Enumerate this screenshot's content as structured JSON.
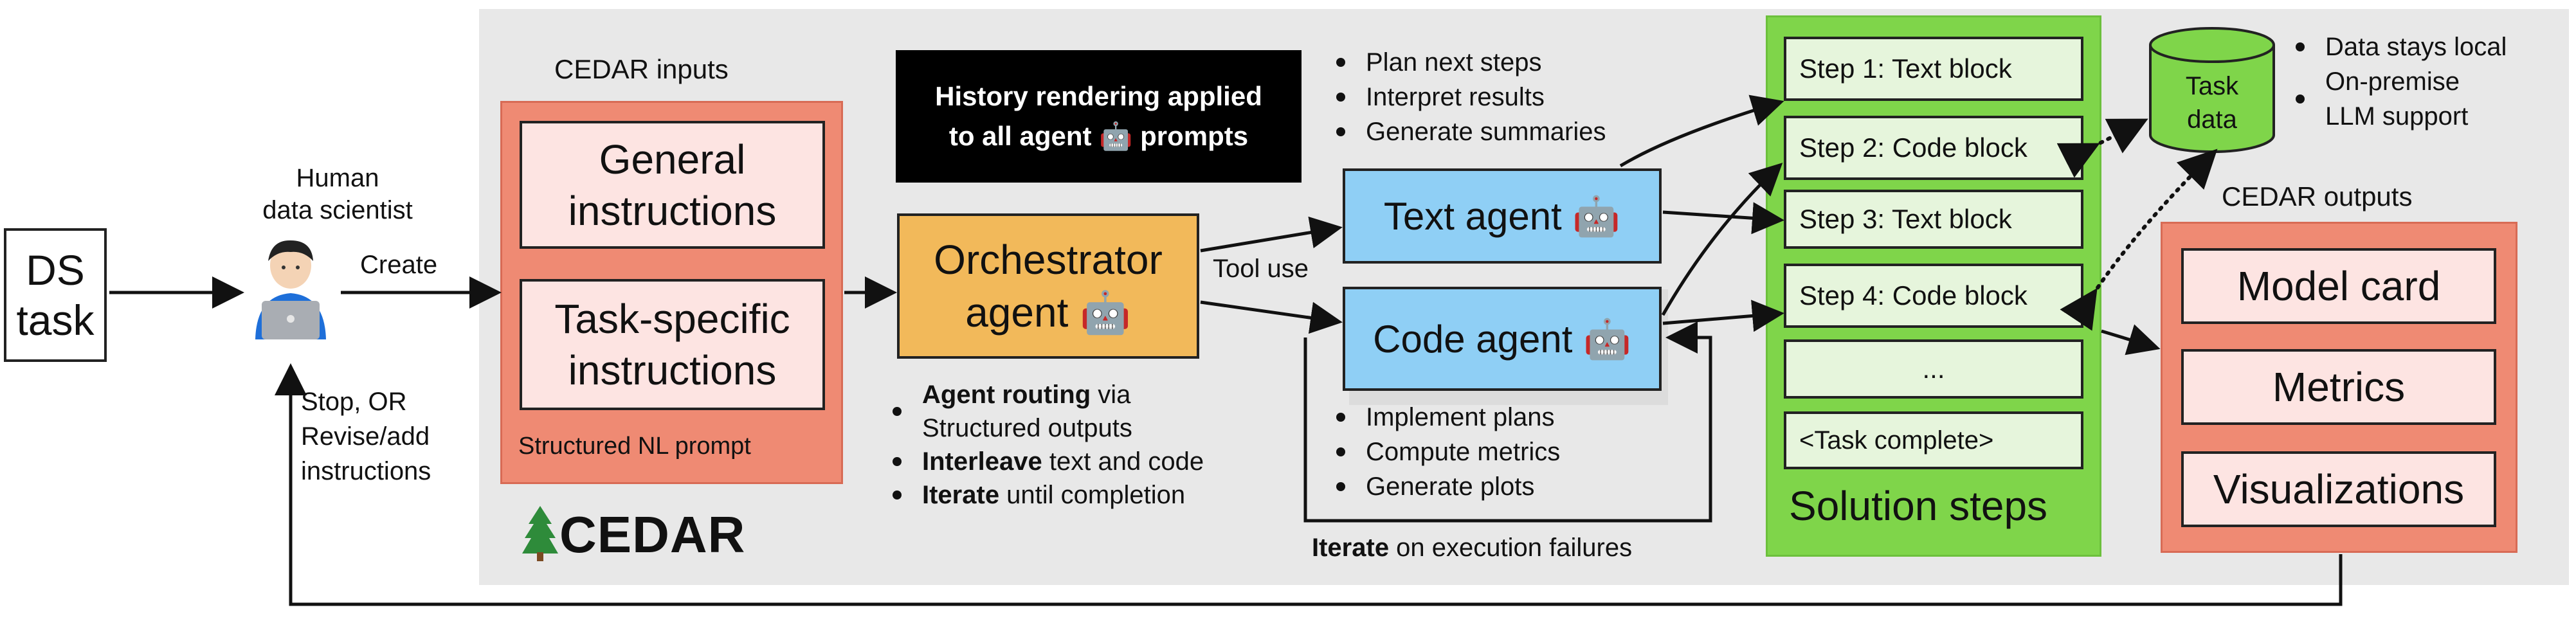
{
  "ds_task": "DS\ntask",
  "human_label": "Human\ndata scientist",
  "create_label": "Create",
  "feedback_label": "Stop, OR\nRevise/add\ninstructions",
  "cedar_inputs_title": "CEDAR inputs",
  "general_instructions": "General\ninstructions",
  "task_specific_instructions": "Task-specific\ninstructions",
  "structured_prompt": "Structured NL prompt",
  "cedar_logo_text": "CEDAR",
  "history_note": "History rendering applied\nto all agent 🤖 prompts",
  "orchestrator": "Orchestrator\nagent 🤖",
  "tool_use": "Tool use",
  "text_agent": "Text agent 🤖",
  "code_agent": "Code agent 🤖",
  "text_agent_tasks": [
    "Plan next steps",
    "Interpret results",
    "Generate summaries"
  ],
  "code_agent_tasks": [
    "Implement plans",
    "Compute metrics",
    "Generate plots"
  ],
  "orchestrator_notes": [
    {
      "bold": "Agent routing",
      "rest": " via\nStructured outputs"
    },
    {
      "bold": "Interleave",
      "rest": " text and code"
    },
    {
      "bold": "Iterate",
      "rest": " until completion"
    }
  ],
  "iterate_note": {
    "bold": "Iterate",
    "rest": " on execution failures"
  },
  "steps": [
    "Step 1: Text block",
    "Step 2: Code block",
    "Step 3: Text block",
    "Step 4: Code block",
    "...",
    "<Task complete>"
  ],
  "solution_steps_title": "Solution steps",
  "task_data": "Task\ndata",
  "data_notes": [
    "Data stays local",
    "On-premise\nLLM support"
  ],
  "cedar_outputs_title": "CEDAR outputs",
  "outputs": [
    "Model card",
    "Metrics",
    "Visualizations"
  ],
  "colors": {
    "panel": "#e8e8e8",
    "salmon": "#ef8a73",
    "pink": "#fde4e2",
    "orange": "#f2b95a",
    "blue": "#8fcff5",
    "green": "#7fd54a",
    "light_green": "#e6f5dc"
  },
  "icons": [
    "robot-icon",
    "laptop-person-icon",
    "tree-icon",
    "database-cylinder-icon"
  ]
}
